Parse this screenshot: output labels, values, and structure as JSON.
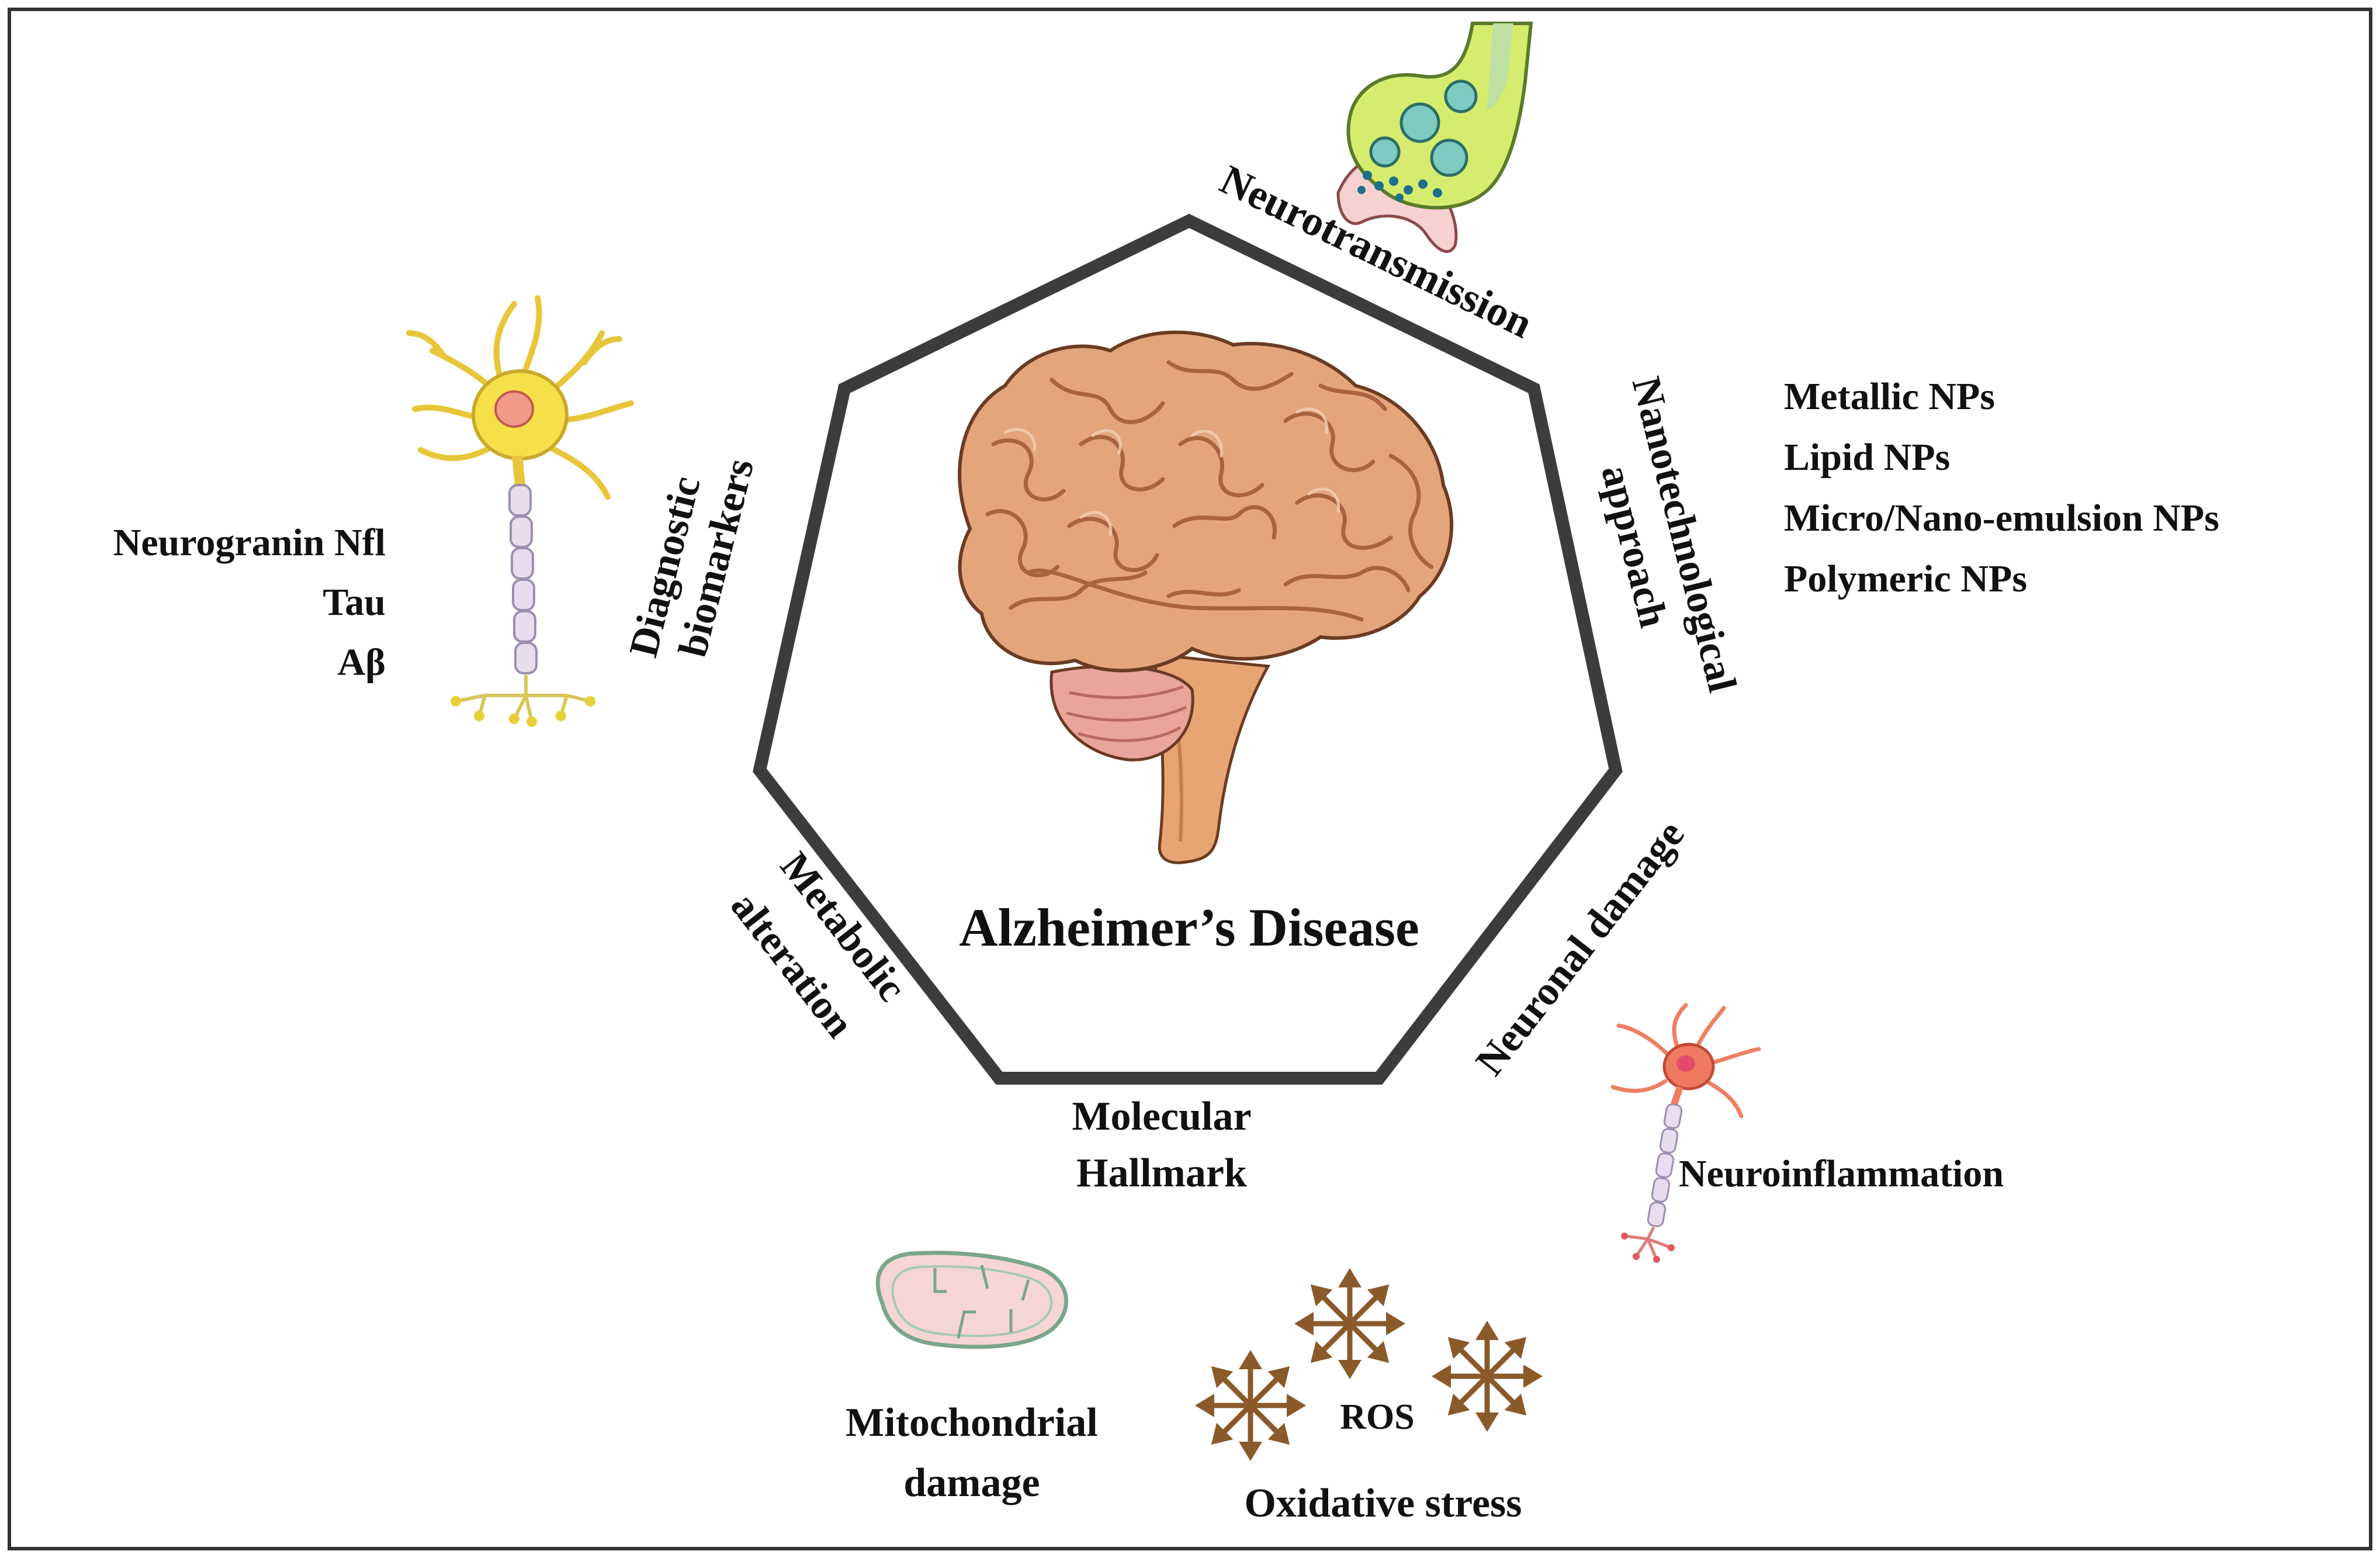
{
  "center": {
    "title": "Alzheimer’s Disease"
  },
  "sides": {
    "neurotransmission": "Neurotransmission",
    "nanotech_line1": "Nanotechnological",
    "nanotech_line2": "approach",
    "neuronal_damage": "Neuronal damage",
    "molecular_line1": "Molecular",
    "molecular_line2": "Hallmark",
    "metabolic_line1": "Metabolic",
    "metabolic_line2": "alteration",
    "diagnostic_line1": "Diagnostic",
    "diagnostic_line2": "biomarkers"
  },
  "biomarkers": [
    "Neurogranin Nfl",
    "Tau",
    "Aβ"
  ],
  "nanoparticles": [
    "Metallic NPs",
    "Lipid NPs",
    "Micro/Nano-emulsion NPs",
    "Polymeric NPs"
  ],
  "neuroinflammation": "Neuroinflammation",
  "mitochondrial_line1": "Mitochondrial",
  "mitochondrial_line2": "damage",
  "ros": "ROS",
  "oxidative_stress": "Oxidative stress",
  "colors": {
    "frame": "#333333",
    "heptagon": "#3c3c3c",
    "brain": "#e3a37a",
    "neuron_yellow": "#f6e04a",
    "neuron_red": "#f08a70",
    "synapse_green": "#c8e86a",
    "ros_brown": "#8b5a2b",
    "mitochondria": "#f6d6d2"
  }
}
